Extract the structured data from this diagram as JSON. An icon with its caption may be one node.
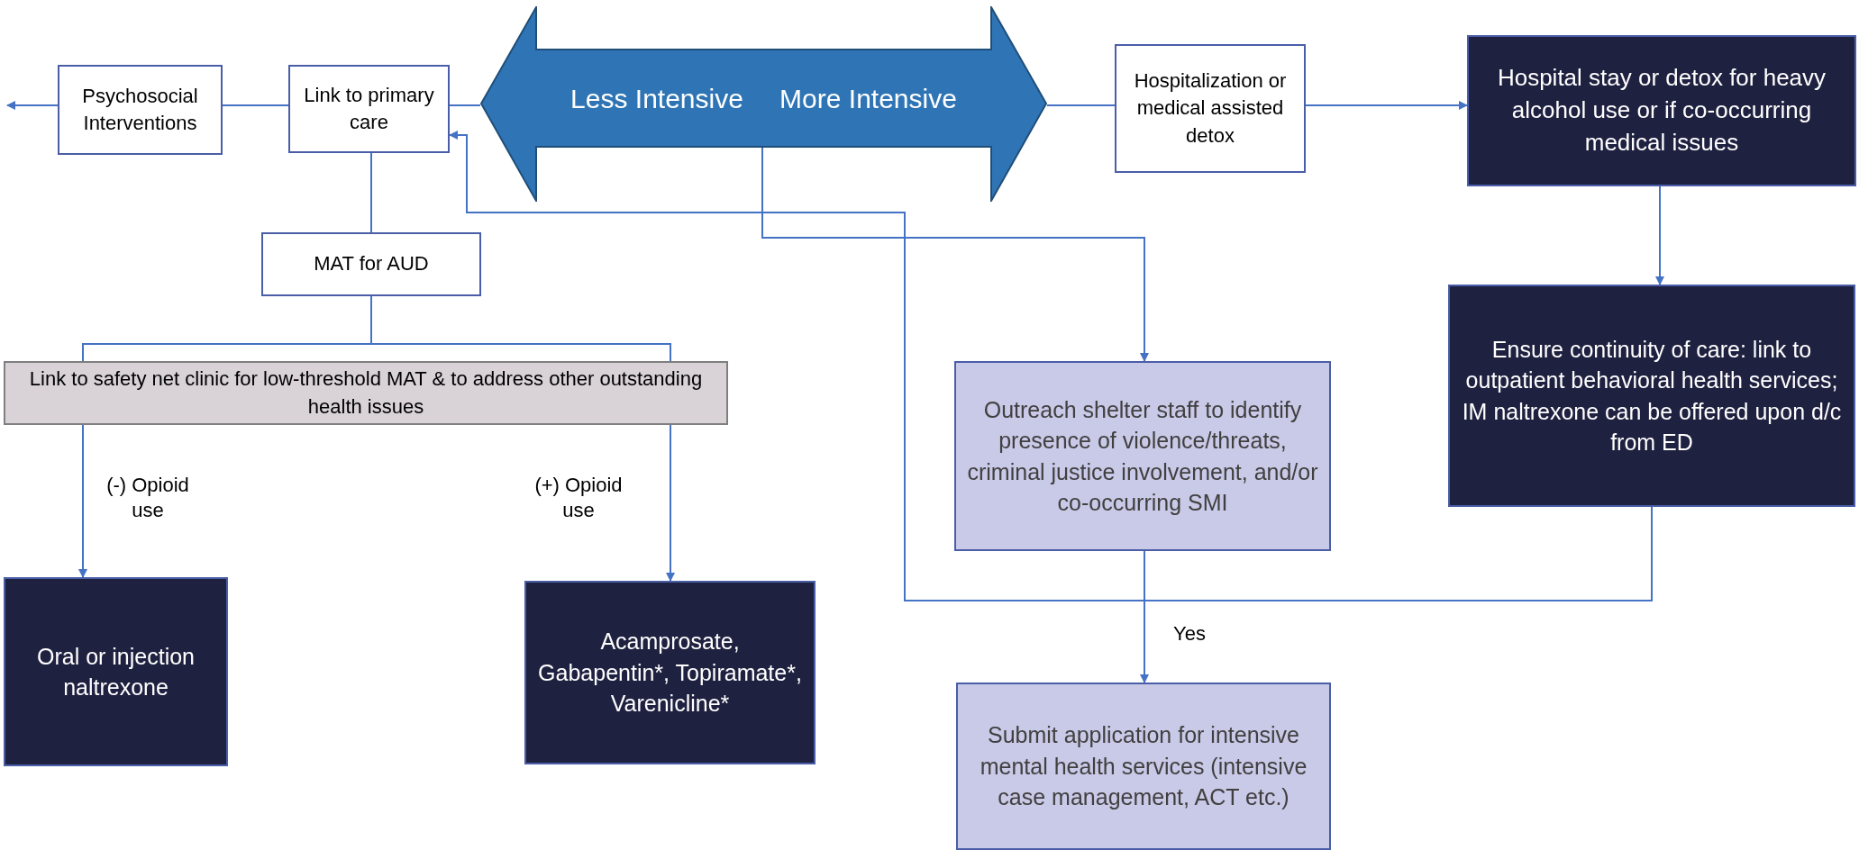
{
  "diagram": {
    "nodes": [
      {
        "text": [
          "Less Intensive",
          "More Intensive"
        ]
      },
      {
        "text": [
          "Psychosocial Interventions"
        ]
      },
      {
        "text": [
          "Link to primary care"
        ]
      },
      {
        "text": [
          "Hospitalization or medical assisted detox"
        ]
      },
      {
        "text": [
          "Hospital stay or detox for heavy alcohol use or if co-occurring medical issues"
        ]
      },
      {
        "text": [
          "MAT for AUD"
        ]
      },
      {
        "text": [
          "Link to safety net clinic for low-threshold MAT & to address other outstanding health issues"
        ]
      },
      {
        "text": [
          "Outreach shelter staff to identify presence of violence/threats, criminal justice involvement, and/or co-occurring SMI"
        ]
      },
      {
        "text": [
          "Ensure continuity of care: link to outpatient behavioral health services; IM naltrexone can be offered upon d/c from ED"
        ]
      },
      {
        "text": [
          "Oral or injection naltrexone"
        ]
      },
      {
        "text": [
          "Acamprosate, Gabapentin*, Topiramate*, Varenicline*"
        ]
      },
      {
        "text": [
          "Submit application for intensive mental health services (intensive case management, ACT etc.)"
        ]
      }
    ],
    "edges": [
      {
        "from": 1,
        "to": null,
        "arrow": "to"
      },
      {
        "from": 1,
        "to": 2,
        "arrow": "none"
      },
      {
        "from": 2,
        "to": 0,
        "arrow": "none"
      },
      {
        "from": 0,
        "to": 3,
        "arrow": "none"
      },
      {
        "from": 3,
        "to": 4,
        "arrow": "to"
      },
      {
        "from": 4,
        "to": 8,
        "arrow": "to"
      },
      {
        "from": 0,
        "to": 7,
        "arrow": "to"
      },
      {
        "from": 8,
        "to": 2,
        "arrow": "to"
      },
      {
        "from": 2,
        "to": 5,
        "arrow": "none"
      },
      {
        "from": 5,
        "to": 6,
        "arrow": "none"
      },
      {
        "from": 6,
        "to": 9,
        "label": "(-) Opioid use",
        "arrow": "to"
      },
      {
        "from": 6,
        "to": 10,
        "label": "(+) Opioid use",
        "arrow": "to"
      },
      {
        "from": 7,
        "to": 11,
        "label": "Yes",
        "arrow": "to"
      }
    ]
  }
}
